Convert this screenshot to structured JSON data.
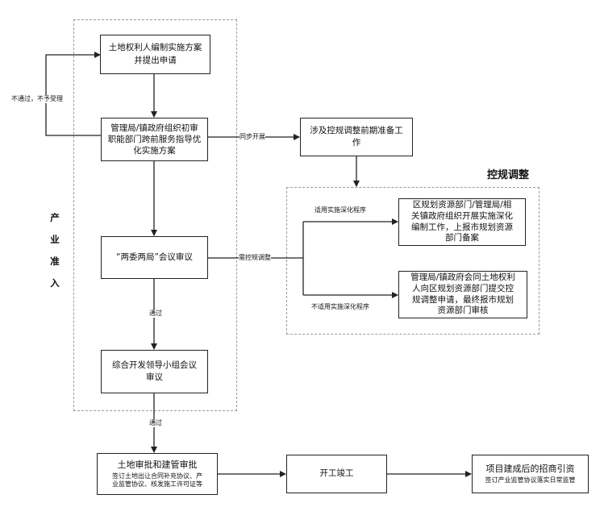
{
  "regions": {
    "industry_access_title": [
      "产",
      "业",
      "准",
      "入"
    ],
    "control_adjust_title": "控规调整"
  },
  "boxes": {
    "apply": [
      "土地权利人编制实施方案",
      "并提出申请"
    ],
    "preliminary_review": [
      "管理局/镇政府组织初审",
      "职能部门跨前服务指导优",
      "化实施方案"
    ],
    "prep_work": [
      "涉及控规调整前期准备工",
      "作"
    ],
    "deepen_work": [
      "区规划资源部门/管理局/相",
      "关镇政府组织开展实施深化",
      "编制工作，上报市规划资源",
      "部门备案"
    ],
    "submit_adjust": [
      "管理局/镇政府会同土地权利",
      "人向区规划资源部门提交控",
      "规调整申请，最终报市规划",
      "资源部门审核"
    ],
    "two_committees": "“两委两局”会议审议",
    "leading_group": [
      "综合开发领导小组会议",
      "审议"
    ],
    "land_approval": {
      "title": "土地审批和建管审批",
      "detail": [
        "签订土地出让合同补充协议、产",
        "业监管协议、核发施工许可证等"
      ]
    },
    "construction": "开工竣工",
    "investment": {
      "title": "项目建成后的招商引资",
      "detail": "签订产业监管协议落实日常监管"
    }
  },
  "edge_labels": {
    "rejected": "不通过，不予受理",
    "parallel": "同步开展",
    "need_adjust": "需控规调整",
    "deepen_applicable": "适用实施深化程序",
    "deepen_not_applicable": "不适用实施深化程序",
    "passed_1": "通过",
    "passed_2": "通过"
  }
}
